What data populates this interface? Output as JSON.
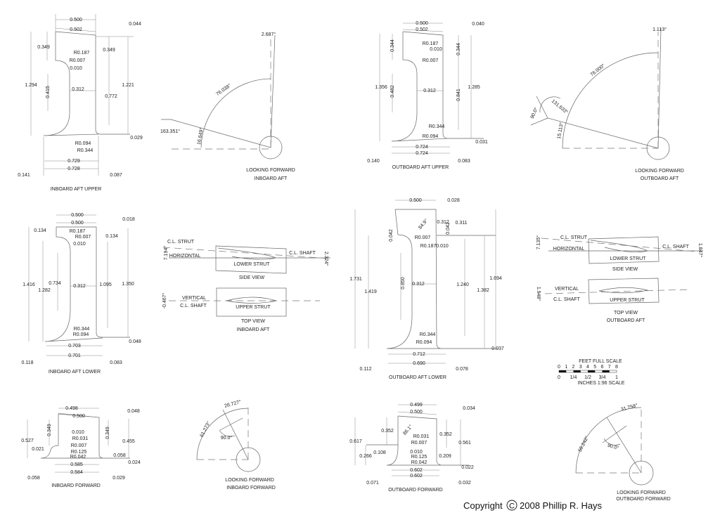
{
  "views": {
    "iau": {
      "title": "INBOARD AFT UPPER",
      "dims": [
        "0.500",
        "0.502",
        "0.044",
        "0.349",
        "R0.187",
        "0.349",
        "R0.007",
        "0.010",
        "1.294",
        "0.415",
        "0.312",
        "1.221",
        "0.772",
        "0.029",
        "R0.094",
        "R0.344",
        "0.729",
        "0.728",
        "0.141",
        "0.087"
      ]
    },
    "lfia": {
      "title": [
        "LOOKING FORWARD",
        "INBOARD AFT"
      ],
      "angles": [
        "2.687°",
        "76.038°",
        "163.351°",
        "16.649°"
      ]
    },
    "oau": {
      "title": "OUTBOARD AFT UPPER",
      "dims": [
        "0.500",
        "0.502",
        "0.040",
        "0.344",
        "R0.187",
        "0.010",
        "0.344",
        "R0.007",
        "1.356",
        "0.482",
        "0.312",
        "1.285",
        "0.841",
        "R0.344",
        "R0.094",
        "0.031",
        "0.724",
        "0.724",
        "0.140",
        "0.083"
      ]
    },
    "lfoa": {
      "title": [
        "LOOKING FORWARD",
        "OUTBOARD AFT"
      ],
      "angles": [
        "1.113°",
        "76.000°",
        "131.633°",
        "90.0°",
        "15.113°"
      ]
    },
    "ial": {
      "title": "INBOARD AFT LOWER",
      "dims": [
        "0.500",
        "0.500",
        "0.018",
        "0.134",
        "R0.187",
        "R0.007",
        "0.134",
        "0.010",
        "1.416",
        "1.282",
        "0.734",
        "0.312",
        "1.095",
        "1.350",
        "R0.344",
        "R0.094",
        "0.048",
        "0.703",
        "0.701",
        "0.118",
        "0.083"
      ]
    },
    "sia": {
      "labels": [
        "C.L. STRUT",
        "7.194°",
        "HORIZONTAL",
        "LOWER STRUT",
        "C.L.  SHAFT",
        "2.324°",
        "SIDE VIEW",
        "VERTICAL",
        "-0.467°",
        "C.L.  SHAFT",
        "UPPER STRUT",
        "TOP VIEW",
        "INBOARD AFT"
      ]
    },
    "oal": {
      "title": "OUTBOARD AFT LOWER",
      "dims": [
        "0.500",
        "0.028",
        "84.9°",
        "0.312",
        "0.311",
        "0.042",
        "0.042",
        "R0.007",
        "R0.187",
        "0.010",
        "1.731",
        "1.419",
        "0.850",
        "0.312",
        "1.240",
        "1.382",
        "1.694",
        "R0.344",
        "R0.094",
        "0.037",
        "0.712",
        "0.690",
        "0.112",
        "0.078"
      ]
    },
    "soa": {
      "labels": [
        "C.L. STRUT",
        "7.135°",
        "HORIZONTAL",
        "C.L.  SHAFT",
        "1.847°",
        "LOWER STRUT",
        "SIDE VIEW",
        "VERTICAL",
        "1.948°",
        "C.L.  SHAFT",
        "UPPER STRUT",
        "TOP VIEW",
        "OUTBOARD AFT"
      ]
    },
    "if": {
      "title": "INBOARD FORWARD",
      "dims": [
        "0.498",
        "0.500",
        "0.048",
        "0.349",
        "0.010",
        "0.349",
        "0.527",
        "0.455",
        "R0.031",
        "R0.007",
        "0.021",
        "R0.125",
        "0.058",
        "R0.042",
        "0.024",
        "0.585",
        "0.584",
        "0.058",
        "0.029"
      ]
    },
    "lfif": {
      "title": [
        "LOOKING FORWARD",
        "INBOARD FORWARD"
      ],
      "angles": [
        "28.727°",
        "61.273°",
        "90.0°"
      ]
    },
    "of": {
      "title": "OUTBOARD FORWARD",
      "dims": [
        "0.499",
        "0.500",
        "0.034",
        "0.352",
        "86.1°",
        "0.352",
        "0.617",
        "0.561",
        "R0.031",
        "R0.007",
        "0.108",
        "0.266",
        "0.010",
        "0.209",
        "R0.125",
        "R0.042",
        "0.022",
        "0.602",
        "0.602",
        "0.071",
        "0.032"
      ]
    },
    "lfof": {
      "title": [
        "LOOKING FORWARD",
        "OUTBOARD FORWARD"
      ],
      "angles": [
        "31.758°",
        "58.242°",
        "90.0°"
      ]
    }
  },
  "scale": {
    "title": "FEET FULL SCALE",
    "feet": [
      "0",
      "1",
      "2",
      "3",
      "4",
      "5",
      "6",
      "7",
      "8"
    ],
    "inches": [
      "0",
      "1/4",
      "1/2",
      "3/4",
      "1"
    ],
    "subtitle": "INCHES 1:96 SCALE"
  },
  "copyright": {
    "prefix": "Copyright",
    "symbol": "C",
    "suffix": "2008 Phillip R. Hays"
  }
}
